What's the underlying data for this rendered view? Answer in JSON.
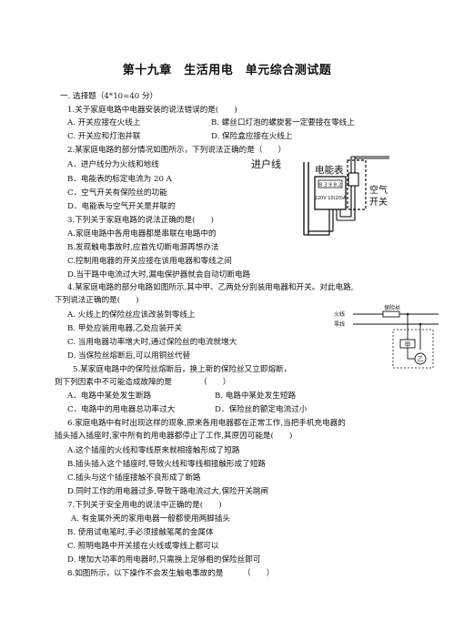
{
  "title": "第十九章　生活用电　单元综合测试题",
  "section": "一. 选择题（4*10=40 分）",
  "q1": {
    "stem": "1.关于家庭电路中电器安装的说法错误的是(　　)",
    "a": "A. 开关应接在火线上",
    "b": "B. 螺丝口灯泡的螺旋套一定要接在零线上",
    "c": "C. 开关应和灯泡并联",
    "d": "D. 保险盒应接在火线上"
  },
  "q2": {
    "stem": "2.某家庭电路的部分情况如图所示，下列说法正确的是（　　）",
    "a": "A．进户线分为火线和地线",
    "b": "B．电能表的标定电流为 20 A",
    "c": "C．空气开关有保险丝的功能",
    "d": "D．电能表与空气开关是并联的",
    "figure": {
      "incoming_label": "进户线",
      "meter_label": "电能表",
      "meter_reading": "8 3 9 8 2",
      "meter_spec": "220V 10(20)A",
      "breaker_label_1": "空气",
      "breaker_label_2": "开关"
    }
  },
  "q3": {
    "stem": "3.下列关于家庭电路的说法正确的是(　　)",
    "a": "A.家庭电路中各用电器都是串联在电路中的",
    "b": "B.发现触电事故时,应首先切断电源再想办法",
    "c": "C.控制用电器的开关应接在该用电器和零线之间",
    "d": "D.当干路中电流过大时,漏电保护器就会自动切断电路"
  },
  "q4": {
    "stem1": "4.某家庭电路的部分电路如图所示,其中甲、乙两处分别装用电器和开关。对此电路,",
    "stem2": "下列说法正确的是(　　)",
    "a": "A. 火线上的保险丝应该改装到零线上",
    "b": "B. 甲处应装用电器,乙处应装开关",
    "c": "C. 当用电器功率增大时,通过保险丝的电流就增大",
    "d": "D. 当保险丝熔断后,可以用铜丝代替",
    "figure": {
      "fuse_label": "保险丝",
      "live_label": "火线",
      "neutral_label": "零线",
      "jia_label": "甲",
      "yi_label": "乙"
    }
  },
  "q5": {
    "stem1": "5.某家庭电路中的保险丝熔断后，换上新的保险丝又立即熔断，",
    "stem2": "则下列因素中不可能造成故障的是　　　　（　　）",
    "a": "A．电路中某处发生断路",
    "b": "B. 电路中某处发生短路",
    "c": "C．电路中的用电器总功率过大",
    "d": "D．保险丝的额定电流过小"
  },
  "q6": {
    "stem1": "6.家庭电路中有时出现这样的现象,原来各用电器都在正常工作,当把手机充电器的",
    "stem2": "插头插入插座时,家中所有的用电器都停止了工作,其原因可能是(　　)",
    "a": "A.这个插座的火线和零线原来就相接触形成了短路",
    "b": "B.插头插入这个插座时,导致火线和零线相接触形成了短路",
    "c": "C.插头与这个插座接触不良形成了断路",
    "d": "D.同时工作的用电器过多,导致干路电流过大,保险开关跳闸"
  },
  "q7": {
    "stem": "7.下列关于安全用电的说法中正确的是(　　)",
    "a": "A. 有金属外壳的家用电器一般都使用两脚插头",
    "b": "B. 使用试电笔时,手必须接触笔尾的金属体",
    "c": "C. 照明电路中开关接在火线或零线上都可以",
    "d": "D. 增加大功率的用电器时,只需换上足够粗的保险丝即可"
  },
  "q8": {
    "stem": "8.如图所示，以下操作不会发生触电事故的是　　　（　　）"
  }
}
